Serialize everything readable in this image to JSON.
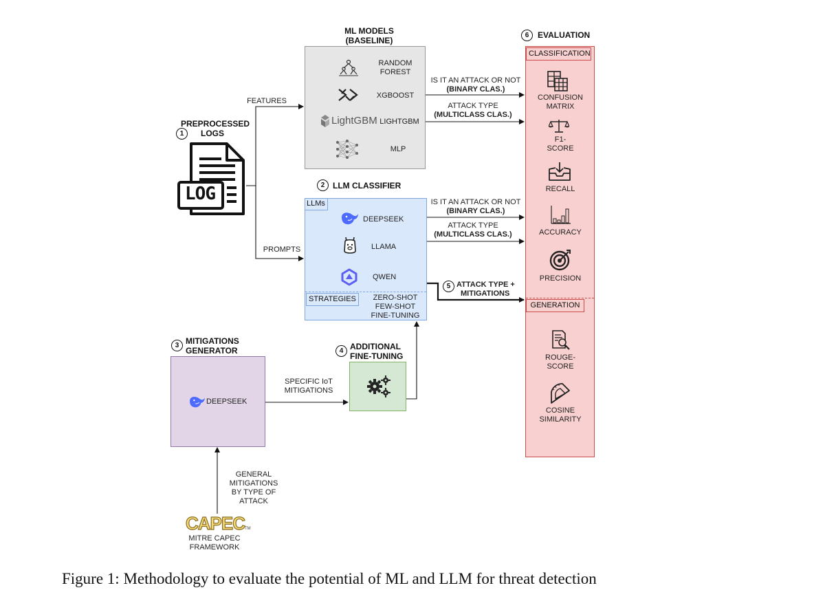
{
  "figure": {
    "caption": "Figure 1: Methodology to evaluate the potential of ML and LLM for threat detection"
  },
  "logs": {
    "number": "1",
    "title_line1": "PREPROCESSED",
    "title_line2": "LOGS",
    "icon_text": "LOG",
    "icon": "log-file-icon"
  },
  "ml_models": {
    "title_line1": "ML MODELS",
    "title_line2": "(BASELINE)",
    "items": [
      {
        "line1": "RANDOM",
        "line2": "FOREST",
        "icon": "tree-icon"
      },
      {
        "line1": "XGBOOST",
        "line2": "",
        "icon": "xgboost-icon"
      },
      {
        "line1": "LIGHTGBM",
        "line2": "",
        "logo": "LightGBM",
        "icon": "lightgbm-logo"
      },
      {
        "line1": "MLP",
        "line2": "",
        "icon": "neural-network-icon"
      }
    ]
  },
  "llm_classifier": {
    "number": "2",
    "title": "LLM CLASSIFIER",
    "llms_tag": "LLMs",
    "models": [
      {
        "label": "DEEPSEEK",
        "icon": "deepseek-whale-icon"
      },
      {
        "label": "LLAMA",
        "icon": "llama-icon"
      },
      {
        "label": "QWEN",
        "icon": "qwen-icon"
      }
    ],
    "strategies_tag": "STRATEGIES",
    "strategies": [
      "ZERO-SHOT",
      "FEW-SHOT",
      "FINE-TUNING"
    ]
  },
  "mitigations_generator": {
    "number": "3",
    "title_line1": "MITIGATIONS",
    "title_line2": "GENERATOR",
    "model": "DEEPSEEK",
    "icon": "deepseek-whale-icon"
  },
  "fine_tuning": {
    "number": "4",
    "title_line1": "ADDITIONAL",
    "title_line2": "FINE-TUNING",
    "icon": "gears-icon"
  },
  "edges": {
    "features": "FEATURES",
    "prompts": "PROMPTS",
    "ml_binary_line1": "IS  IT AN ATTACK OR NOT",
    "ml_binary_line2": "(BINARY CLAS.)",
    "ml_multi_line1": "ATTACK TYPE",
    "ml_multi_line2": "(MULTICLASS CLAS.)",
    "llm_binary_line1": "IS  IT AN ATTACK OR NOT",
    "llm_binary_line2": "(BINARY CLAS.)",
    "llm_multi_line1": "ATTACK TYPE",
    "llm_multi_line2": "(MULTICLASS CLAS.)",
    "gen_number": "5",
    "gen_line1": "ATTACK TYPE +",
    "gen_line2": "MITIGATIONS",
    "specific_line1": "SPECIFIC IoT",
    "specific_line2": "MITIGATIONS",
    "general_line1": "GENERAL",
    "general_line2": "MITIGATIONS",
    "general_line3": "BY TYPE OF",
    "general_line4": "ATTACK"
  },
  "capec": {
    "logo": "CAPEC",
    "tm": "TM",
    "line1": "MITRE CAPEC",
    "line2": "FRAMEWORK"
  },
  "evaluation": {
    "number": "6",
    "title": "EVALUATION",
    "classification_tag": "CLASSIFICATION",
    "generation_tag": "GENERATION",
    "metrics": [
      {
        "line1": "CONFUSION",
        "line2": "MATRIX",
        "icon": "confusion-matrix-icon"
      },
      {
        "line1": "F1-",
        "line2": "SCORE",
        "icon": "balance-scale-icon"
      },
      {
        "line1": "RECALL",
        "line2": "",
        "icon": "inbox-download-icon"
      },
      {
        "line1": "ACCURACY",
        "line2": "",
        "icon": "bar-chart-icon"
      },
      {
        "line1": "PRECISION",
        "line2": "",
        "icon": "target-icon"
      }
    ],
    "gen_metrics": [
      {
        "line1": "ROUGE-",
        "line2": "SCORE",
        "icon": "document-search-icon"
      },
      {
        "line1": "COSINE",
        "line2": "SIMILARITY",
        "icon": "protractor-icon"
      }
    ],
    "colors": {
      "fill": "#f8d0cf",
      "border": "#c94b4b"
    }
  },
  "colors": {
    "ml_fill": "#e6e6e6",
    "llm_fill": "#dae8fc",
    "llm_border": "#7ea6e0",
    "mitig_fill": "#e1d5e7",
    "tune_fill": "#d5e8d4",
    "accent_blue": "#4d6bfe"
  }
}
